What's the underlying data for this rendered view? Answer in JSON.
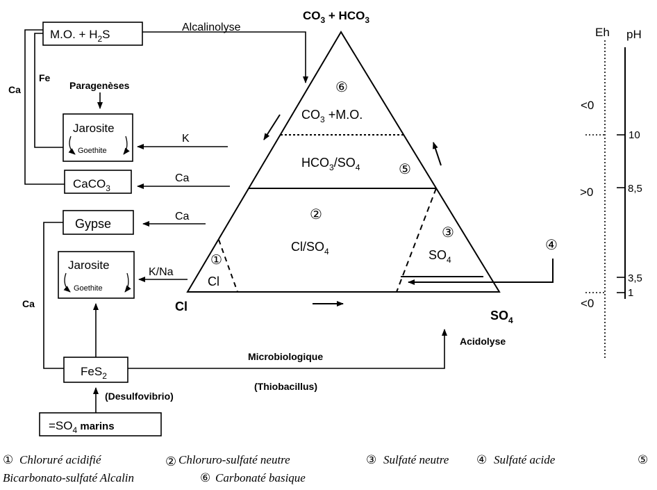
{
  "apex_top": {
    "main": "CO",
    "sub1": "3",
    "mid": " + HCO",
    "sub2": "3"
  },
  "apex_left": "Cl",
  "apex_right": {
    "main": "SO",
    "sub": "4"
  },
  "left_boxes": {
    "mo_h2s": {
      "main": "M.O. + H",
      "sub": "2",
      "end": "S"
    },
    "jarosite_top": {
      "title": "Jarosite",
      "sub": "Goethite"
    },
    "caco3": {
      "main": "CaCO",
      "sub": "3"
    },
    "gypse": "Gypse",
    "jarosite_bottom": {
      "title": "Jarosite",
      "sub": "Goethite"
    },
    "fes2": {
      "main": "FeS",
      "sub": "2"
    },
    "so4_marins": {
      "main": "=SO",
      "sub": "4",
      "end": " marins"
    }
  },
  "labels": {
    "alcalinolyse": "Alcalinolyse",
    "paragenese": "Paragenèses",
    "ca_side": "Ca",
    "fe_side": "Fe",
    "ca_lower": "Ca",
    "k": "K",
    "ca_arrow1": "Ca",
    "ca_arrow2": "Ca",
    "k_na": "K/Na",
    "microbiologique": "Microbiologique",
    "thiobacillus": "(Thiobacillus)",
    "desulfovibrio": "(Desulfovibrio)",
    "acidolyse": "Acidolyse"
  },
  "zones": {
    "z6": {
      "num": "⑥",
      "main": "CO",
      "sub": "3",
      "end": " +M.O."
    },
    "z5": {
      "num": "⑤",
      "main": "HCO",
      "sub1": "3",
      "mid": "/SO",
      "sub2": "4"
    },
    "z2": {
      "num": "②",
      "main": "Cl/SO",
      "sub": "4"
    },
    "z3": {
      "num": "③",
      "main": "SO",
      "sub": "4"
    },
    "z1": {
      "num": "①",
      "main": "Cl"
    },
    "z4": {
      "num": "④"
    }
  },
  "scale": {
    "eh_label": "Eh",
    "ph_label": "pH",
    "eh_values": [
      "<0",
      ">0",
      "<0"
    ],
    "ph_ticks": [
      "10",
      "8,5",
      "3,5",
      "1"
    ]
  },
  "legend": {
    "items": [
      {
        "num": "①",
        "text": "Chloruré acidifié"
      },
      {
        "num": "②",
        "text": "Chloruro-sulfaté neutre"
      },
      {
        "num": "③",
        "text": "Sulfaté neutre"
      },
      {
        "num": "④",
        "text": "Sulfaté acide"
      },
      {
        "num": "⑤",
        "text": ""
      }
    ],
    "line2": [
      {
        "num": "",
        "text": "Bicarbonato-sulfaté Alcalin"
      },
      {
        "num": "⑥",
        "text": "Carbonaté basique"
      }
    ]
  }
}
